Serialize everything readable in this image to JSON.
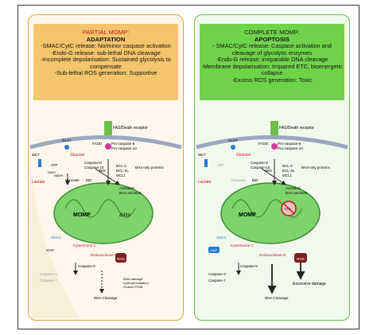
{
  "left": {
    "header": "PARTIAL MOMP:",
    "subheader": "ADAPTATION",
    "lines": [
      "-SMAC/CytC release: No/minor caspase activation",
      "-Endo-G release: sub-lethal DNA cleavage",
      "-Incomplete depolarisation: Sustained glycolysis to compensate",
      "-Sub-lethal ROS generation: Supportive"
    ]
  },
  "right": {
    "header": "COMPLETE MOMP:",
    "subheader": "APOPTOSIS",
    "lines": [
      "- SMAC/CytC release: Caspase activation and cleavage of glycolytic enzymes",
      "-Endo-G release: irreparable DNA cleavage",
      "-Membrane depolarisation: Impaired ETC, bioenergetic collapse",
      "-Excess ROS generation: Toxic"
    ]
  },
  "labels": {
    "fas": "FAS/Death receptor",
    "fadd": "FADD",
    "procasp8": "Pro-caspase-8",
    "procasp10": "Pro-caspase-10",
    "casp8": "Caspase-8",
    "casp10": "Caspase-10",
    "glut": "GLUT",
    "glucose": "Glucose",
    "mct": "MCT",
    "atp": "ATP",
    "nad": "NAD+",
    "nadh": "NADH",
    "pyruvate": "Pyruvate",
    "lactate": "Lactate",
    "bid": "BID",
    "tbid": "tBID",
    "bcl2": "BCL-2",
    "bclxl": "BCL-XL",
    "mcl1": "MCL1",
    "bh3": "BH3-only proteins",
    "activated": "Activated",
    "baxbak": "BAX and BAK",
    "momp": "MOMP",
    "dpsi": "ΔΨm",
    "smac": "SMAC",
    "xiap": "XIAP",
    "cytc": "Cytochrome C",
    "casp9": "Caspase-9",
    "casp3": "Caspase-3",
    "casp7": "Caspase-7",
    "endog": "Endonuclease-G",
    "ros": "ROS",
    "dna_cleavage": "DNA Cleavage",
    "dmg1": "-DNA damage",
    "dmg2": "-Lipid peroxidation",
    "dmg3": "-Protein PTMs",
    "excessive": "Excessive damage",
    "etc": "ETC"
  },
  "colors": {
    "left_border": "#e3a33c",
    "left_box": "#f4c56b",
    "right_border": "#6dbf4e",
    "right_box": "#6fd34a",
    "mito": "#7ed36a",
    "membrane": "#9aa7bf",
    "red_text": "#c0141b"
  }
}
